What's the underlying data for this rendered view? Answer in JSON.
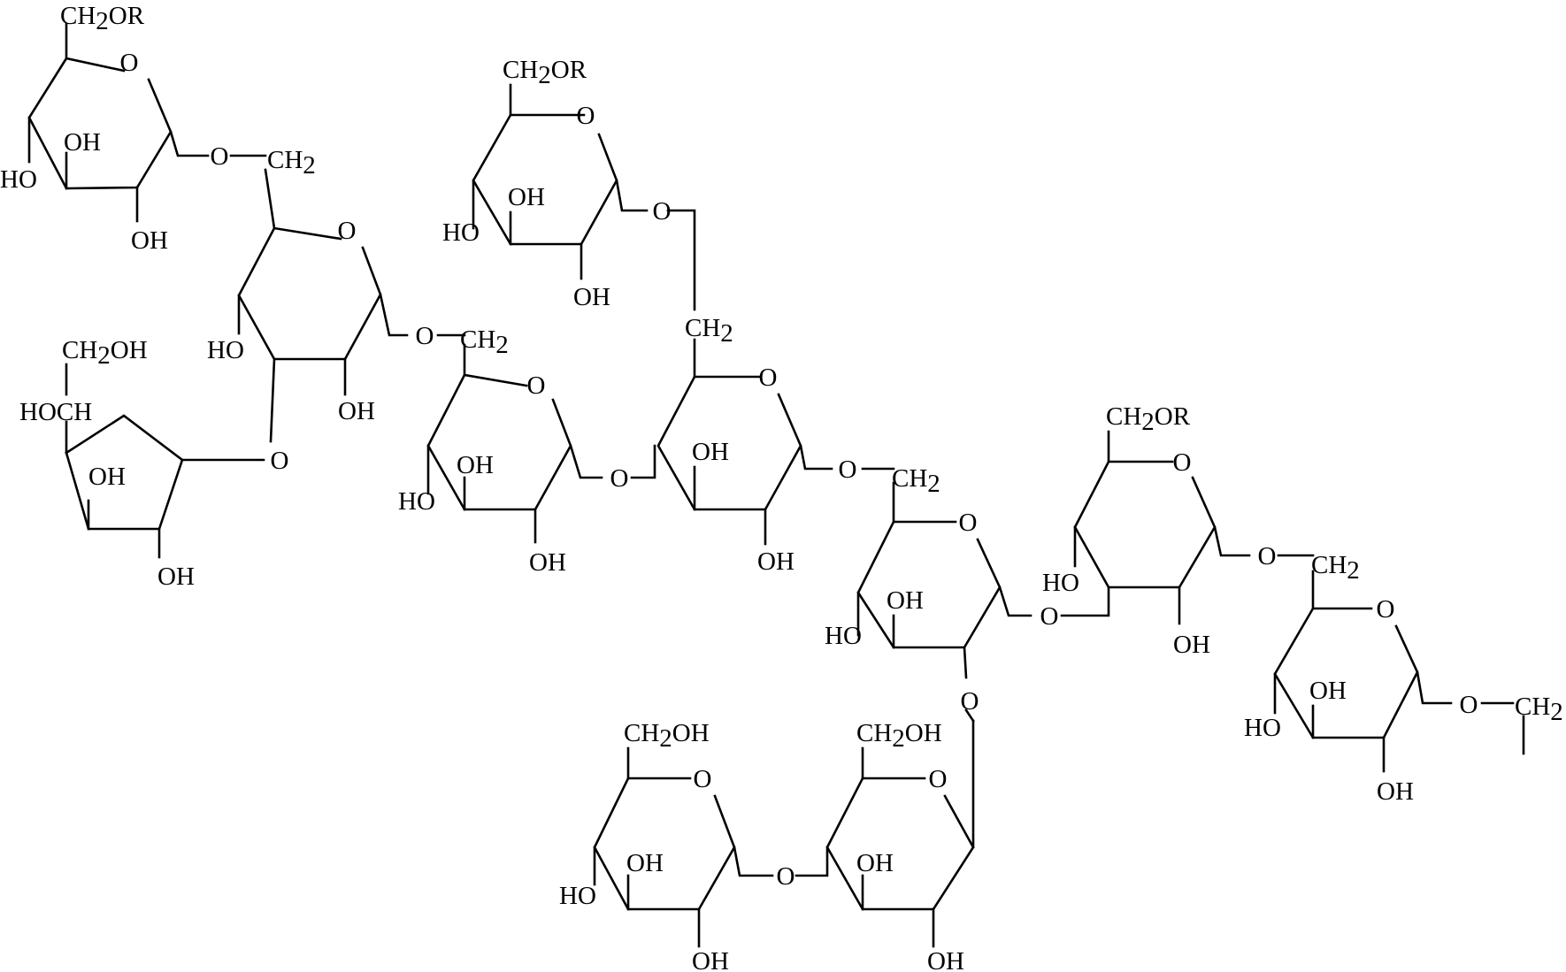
{
  "diagram": {
    "type": "chemical-structure",
    "line_color": "#000000",
    "background": "#ffffff",
    "units": [
      {
        "id": "A",
        "kind": "pyranose",
        "label": "CH2OR"
      },
      {
        "id": "B",
        "kind": "pyranose"
      },
      {
        "id": "C",
        "kind": "furanose",
        "label": "CH2OH / HOCH"
      },
      {
        "id": "D",
        "kind": "pyranose"
      },
      {
        "id": "E",
        "kind": "pyranose",
        "label": "CH2OR"
      },
      {
        "id": "F",
        "kind": "pyranose"
      },
      {
        "id": "G",
        "kind": "pyranose"
      },
      {
        "id": "H",
        "kind": "pyranose",
        "label": "CH2OR"
      },
      {
        "id": "I",
        "kind": "pyranose"
      },
      {
        "id": "J",
        "kind": "pyranose",
        "label": "CH2OH"
      },
      {
        "id": "K",
        "kind": "pyranose",
        "label": "CH2OH"
      }
    ]
  },
  "labels": {
    "ch2or": "CH2OR",
    "ch2": "CH2",
    "ch2oh": "CH2OH",
    "hoch": "HOCH",
    "oh": "OH",
    "ho": "HO",
    "o": "O"
  }
}
